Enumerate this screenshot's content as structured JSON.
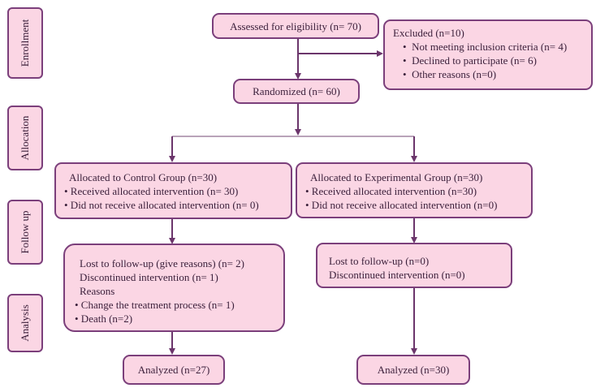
{
  "stages": {
    "enrollment": "Enrollment",
    "allocation": "Allocation",
    "follow_up": "Follow up",
    "analysis": "Analysis"
  },
  "assessed": "Assessed for eligibility (n= 70)",
  "excluded": {
    "title": "Excluded (n=10)",
    "items": [
      "Not meeting inclusion criteria (n= 4)",
      "Declined to participate (n= 6)",
      "Other reasons (n=0)"
    ]
  },
  "randomized": "Randomized (n= 60)",
  "control": {
    "allocated": "Allocated to Control Group (n=30)",
    "received": "• Received allocated intervention (n= 30)",
    "not_received": "• Did not receive allocated intervention (n= 0)",
    "lost": "Lost to follow-up (give reasons) (n= 2)",
    "discontinued": "Discontinued intervention (n= 1)",
    "reasons_label": "Reasons",
    "reason_1": "• Change the treatment process (n= 1)",
    "reason_2": "• Death (n=2)",
    "analyzed": "Analyzed (n=27)"
  },
  "experimental": {
    "allocated": "Allocated to Experimental Group (n=30)",
    "received": "• Received allocated intervention (n=30)",
    "not_received": "• Did not receive allocated intervention (n=0)",
    "lost": "Lost to follow-up (n=0)",
    "discontinued": "Discontinued intervention (n=0)",
    "analyzed": "Analyzed (n=30)"
  },
  "colors": {
    "box_fill": "#fbd6e4",
    "border": "#7b3f7b",
    "arrow": "#6b356b",
    "split_line": "#b9a3b9"
  }
}
